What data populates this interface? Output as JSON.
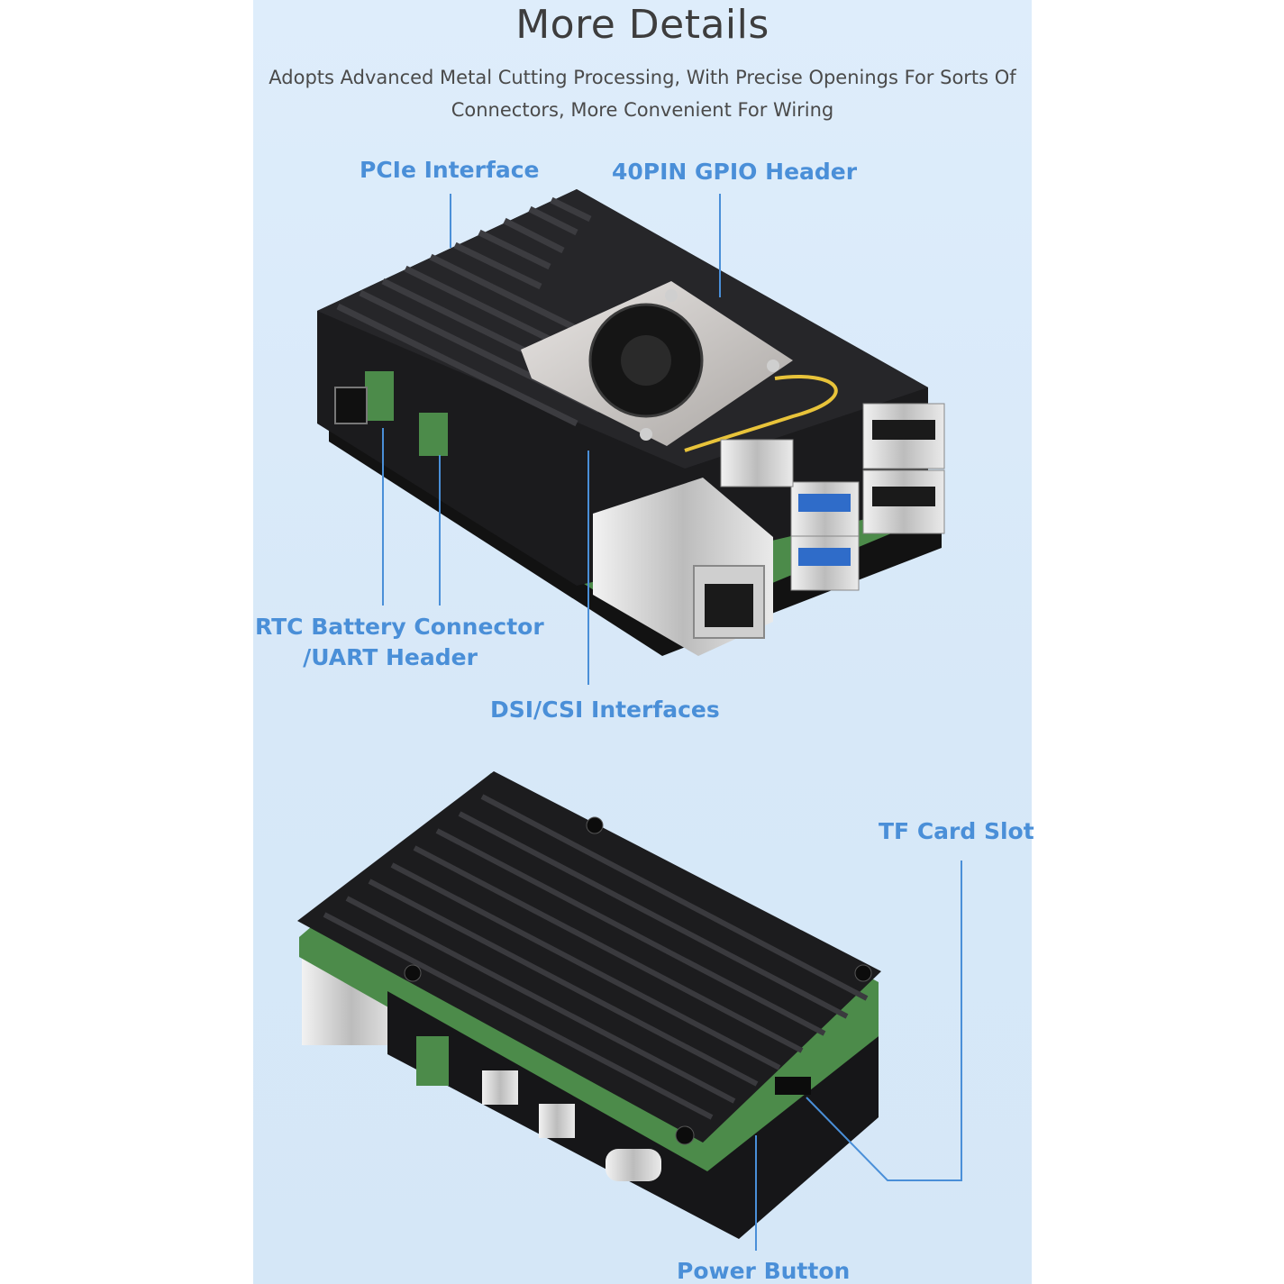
{
  "heading": {
    "title": "More Details",
    "subtitle_line1": "Adopts Advanced Metal Cutting Processing, With Precise Openings For Sorts Of",
    "subtitle_line2": "Connectors, More Convenient For Wiring"
  },
  "callouts": {
    "pcie": "PCIe Interface",
    "gpio": "40PIN GPIO Header",
    "rtc_line1": "RTC Battery Connector",
    "rtc_line2": "/UART Header",
    "dsi_csi": "DSI/CSI Interfaces",
    "tf_card": "TF Card Slot",
    "power": "Power Button"
  },
  "colors": {
    "background": "#d9e9f9",
    "callout_text": "#4a8fd8",
    "case_body": "#1b1b1d",
    "pcb": "#4c8b4a"
  }
}
